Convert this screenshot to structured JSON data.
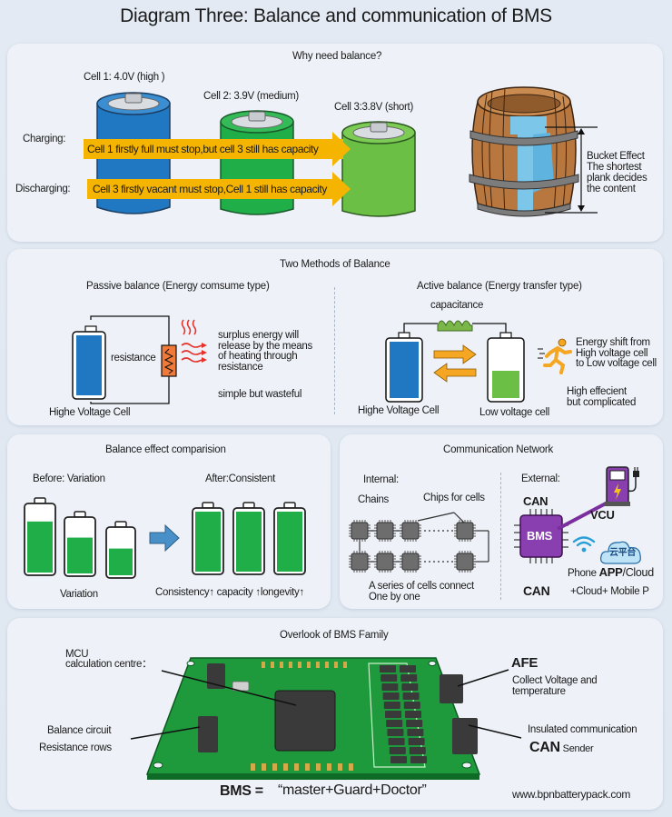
{
  "title": "Diagram Three: Balance and communication of BMS",
  "why_balance": {
    "heading": "Why need balance?",
    "cells": [
      {
        "label": "Cell 1: 4.0V (high )",
        "color": "#1f78c1"
      },
      {
        "label": "Cell 2: 3.9V (medium)",
        "color": "#1fae48"
      },
      {
        "label": "Cell 3:3.8V (short)",
        "color": "#6cbf45"
      }
    ],
    "charging_label": "Charging:",
    "charging_text": "Cell 1 firstly full must stop,but cell 3 still has capacity",
    "discharging_label": "Discharging:",
    "discharging_text": "Cell 3 firstly vacant must stop,Cell 1 still has capacity",
    "bucket_text": [
      "Bucket Effect",
      "The shortest",
      "plank decides",
      "the content"
    ]
  },
  "two_methods": {
    "heading": "Two Methods of Balance",
    "passive": {
      "title": "Passive balance (Energy comsume type)",
      "resistor_label": "resistance",
      "description": [
        "surplus energy will",
        "release by the means",
        "of heating through",
        "resistance"
      ],
      "verdict": "simple but wasteful",
      "cell_label": "Highe Voltage Cell"
    },
    "active": {
      "title": "Active balance (Energy transfer type)",
      "capacitor_label": "capacitance",
      "description": [
        "Energy shift from",
        "High voltage cell",
        "to Low voltage cell"
      ],
      "verdict": [
        "High effecient",
        "but complicated"
      ],
      "high_cell_label": "Highe Voltage Cell",
      "low_cell_label": "Low voltage cell"
    }
  },
  "balance_effect": {
    "heading": "Balance effect comparision",
    "before_label": "Before: Variation",
    "after_label": "After:Consistent",
    "before_levels": [
      0.78,
      0.68,
      0.6
    ],
    "after_levels": [
      1.0,
      1.0,
      1.0
    ],
    "before_caption": "Variation",
    "after_caption": "Consistency↑ capacity ↑longevity↑"
  },
  "communication": {
    "heading": "Communication Network",
    "internal_label": "Internal:",
    "chains_label": "Chains",
    "chips_label": "Chips for cells",
    "internal_caption": [
      "A series of cells connect",
      "One by one"
    ],
    "external_label": "External:",
    "can_top": "CAN",
    "can_bottom": "CAN",
    "bms_chip": "BMS",
    "vcu": "VCU",
    "cloud_text": "云平台",
    "phone_app": "Phone",
    "phone_app_bold": "APP",
    "phone_app_tail": "/Cloud",
    "cloud_mobile": "+Cloud+ Mobile P",
    "accent": "#7b2f9e"
  },
  "bms_family": {
    "heading": "Overlook of BMS Family",
    "mcu_label": "MCU",
    "mcu_desc": "calculation centre：",
    "balance_label": "Balance circuit",
    "resistance_label": "Resistance rows",
    "afe_label": "AFE",
    "afe_desc": [
      "Collect Voltage and",
      "temperature"
    ],
    "insulated_label": "Insulated communication",
    "can_label": "CAN",
    "sender_label": "Sender",
    "formula_lhs": "BMS =",
    "formula_rhs": "“master+Guard+Doctor”",
    "website": "www.bpnbatterypack.com"
  }
}
